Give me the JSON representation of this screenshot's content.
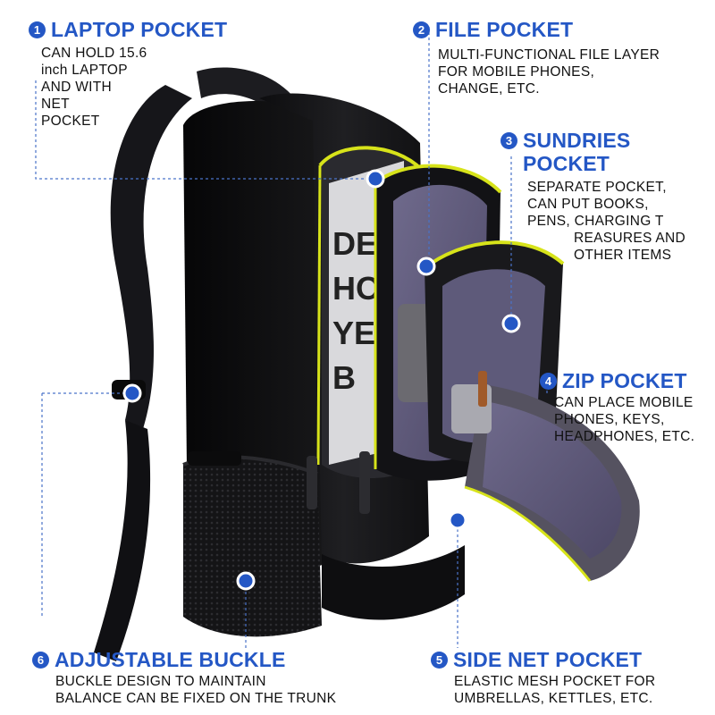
{
  "accent": "#2457c5",
  "callouts": [
    {
      "number": "1",
      "title": "LAPTOP POCKET",
      "lines": [
        "CAN HOLD 15.6",
        "inch LAPTOP",
        "AND WITH",
        "NET",
        "POCKET"
      ]
    },
    {
      "number": "2",
      "title": "FILE POCKET",
      "lines": [
        "MULTI-FUNCTIONAL FILE LAYER",
        "FOR MOBILE PHONES,",
        "CHANGE, ETC."
      ]
    },
    {
      "number": "3",
      "title_lines": [
        "SUNDRIES",
        "POCKET"
      ],
      "lines": [
        "SEPARATE POCKET,",
        "CAN PUT BOOKS,",
        "PENS, CHARGING T",
        "REASURES AND",
        "OTHER ITEMS"
      ]
    },
    {
      "number": "4",
      "title": "ZIP POCKET",
      "lines": [
        "CAN PLACE MOBILE",
        "PHONES, KEYS,",
        "HEADPHONES, ETC."
      ]
    },
    {
      "number": "5",
      "title": "SIDE NET POCKET",
      "lines": [
        "ELASTIC MESH POCKET FOR",
        "UMBRELLAS, KETTLES, ETC."
      ]
    },
    {
      "number": "6",
      "title": "ADJUSTABLE BUCKLE",
      "lines": [
        "BUCKLE DESIGN TO MAINTAIN",
        "BALANCE CAN BE FIXED ON THE TRUNK"
      ]
    }
  ],
  "laptop_screen_text": [
    "DESI",
    "HOT",
    "YE",
    "B"
  ]
}
